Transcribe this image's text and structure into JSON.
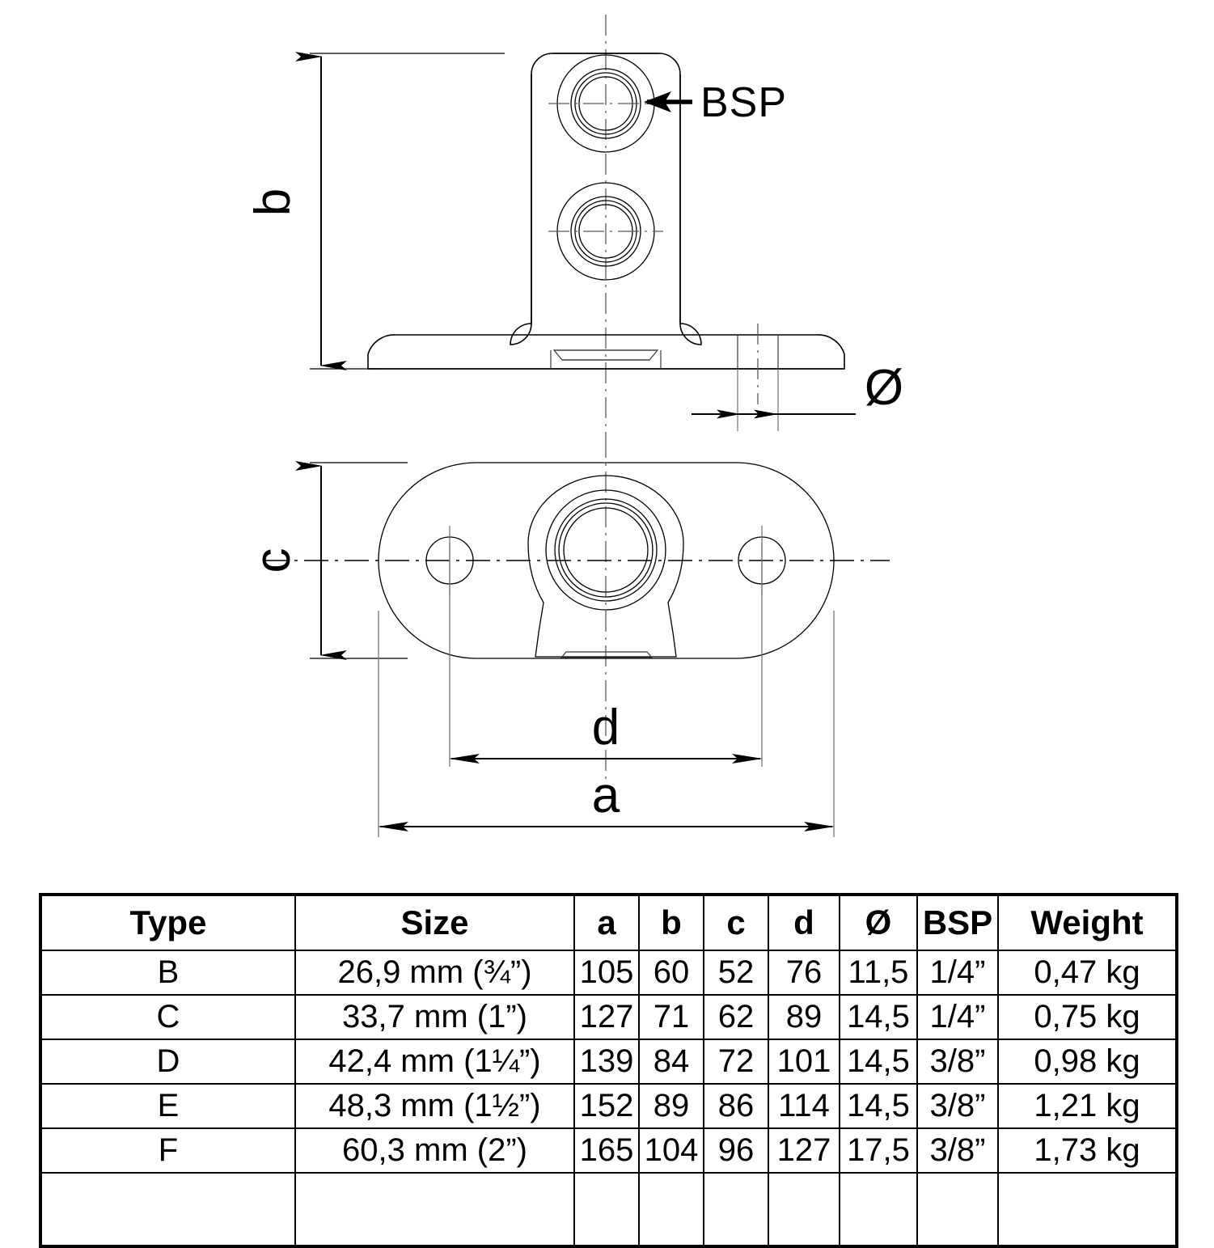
{
  "drawing": {
    "title_alt": "Handrail bracket technical drawing",
    "callouts": [
      {
        "name": "bsp-callout",
        "text": "BSP"
      }
    ],
    "dimension_labels": [
      {
        "name": "dim-b",
        "text": "b",
        "view": "elevation",
        "orientation": "vertical"
      },
      {
        "name": "dim-diameter",
        "text": "Ø",
        "view": "elevation",
        "orientation": "horizontal"
      },
      {
        "name": "dim-c",
        "text": "c",
        "view": "plan",
        "orientation": "vertical"
      },
      {
        "name": "dim-d",
        "text": "d",
        "view": "plan",
        "orientation": "horizontal"
      },
      {
        "name": "dim-a",
        "text": "a",
        "view": "plan",
        "orientation": "horizontal"
      }
    ],
    "stroke_color": "#000000",
    "background_color": "#ffffff"
  },
  "table": {
    "headers": [
      "Type",
      "Size",
      "a",
      "b",
      "c",
      "d",
      "Ø",
      "BSP",
      "Weight"
    ],
    "rows": [
      {
        "type": "B",
        "size": "26,9 mm (¾”)",
        "a": "105",
        "b": "60",
        "c": "52",
        "d": "76",
        "dia": "11,5",
        "bsp": "1/4”",
        "weight": "0,47 kg"
      },
      {
        "type": "C",
        "size": "33,7 mm (1”)",
        "a": "127",
        "b": "71",
        "c": "62",
        "d": "89",
        "dia": "14,5",
        "bsp": "1/4”",
        "weight": "0,75 kg"
      },
      {
        "type": "D",
        "size": "42,4 mm (1¼”)",
        "a": "139",
        "b": "84",
        "c": "72",
        "d": "101",
        "dia": "14,5",
        "bsp": "3/8”",
        "weight": "0,98 kg"
      },
      {
        "type": "E",
        "size": "48,3 mm (1½”)",
        "a": "152",
        "b": "89",
        "c": "86",
        "d": "114",
        "dia": "14,5",
        "bsp": "3/8”",
        "weight": "1,21 kg"
      },
      {
        "type": "F",
        "size": "60,3 mm (2”)",
        "a": "165",
        "b": "104",
        "c": "96",
        "d": "127",
        "dia": "17,5",
        "bsp": "3/8”",
        "weight": "1,73 kg"
      }
    ]
  }
}
